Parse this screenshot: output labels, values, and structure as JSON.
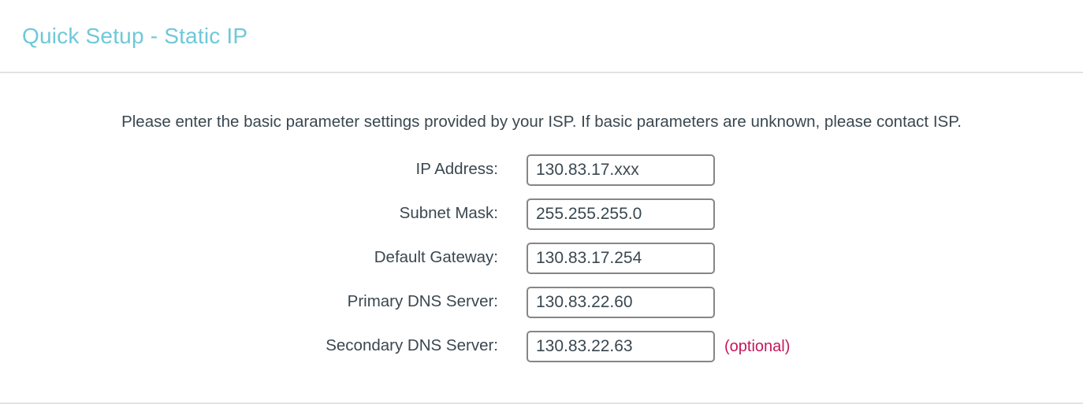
{
  "header": {
    "title": "Quick Setup - Static IP",
    "title_color": "#6ec8d9"
  },
  "main": {
    "intro": "Please enter the basic parameter settings provided by your ISP. If basic parameters are unknown, please contact ISP.",
    "optional_note": "(optional)",
    "optional_note_color": "#c2185b",
    "fields": [
      {
        "label": "IP Address:",
        "value": "130.83.17.xxx"
      },
      {
        "label": "Subnet Mask:",
        "value": "255.255.255.0"
      },
      {
        "label": "Default Gateway:",
        "value": "130.83.17.254"
      },
      {
        "label": "Primary DNS Server:",
        "value": "130.83.22.60"
      },
      {
        "label": "Secondary DNS Server:",
        "value": "130.83.22.63"
      }
    ]
  }
}
